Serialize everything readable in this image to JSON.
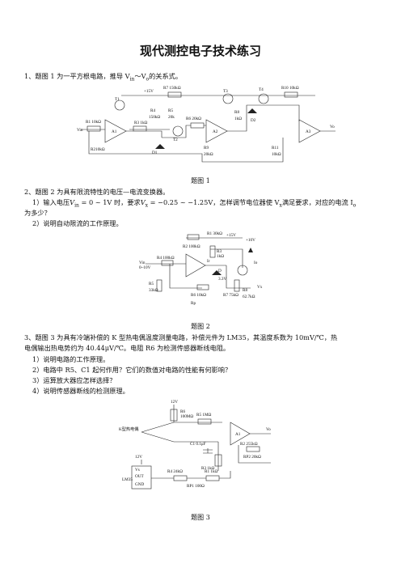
{
  "title": "现代测控电子技术练习",
  "q1": {
    "text": "1、题图 1 为一平方根电路，推导 V",
    "text_sub_in": "in",
    "text_mid": "～V",
    "text_sub_o": "o",
    "text_end": "的关系式。",
    "caption": "题图 1",
    "labels": {
      "r1": "R1 10kΩ",
      "r2": "R2",
      "r2v": "10kΩ",
      "r3": "R3 1kΩ",
      "r4": "R4",
      "r4v": "150kΩ",
      "r5": "R5",
      "r5v": "20k",
      "r6": "R6 20kΩ",
      "r7": "R7 150kΩ",
      "r8": "R8",
      "r8v": "1kΩ",
      "r9": "R9",
      "r9v": "20kΩ",
      "r10": "R10 10kΩ",
      "r11": "R11",
      "r11v": "10kΩ",
      "vcc": "+15V",
      "vin": "Vin",
      "vo": "Vo",
      "t1": "T1",
      "t2": "T2",
      "t3": "T3",
      "t4": "T4",
      "a1": "A1",
      "a2": "A2",
      "a3": "A3",
      "d1": "D1",
      "d2": "D2"
    }
  },
  "q2": {
    "line1": "2、题图 2 为具有限流特性的电压—电流变换器。",
    "line2a": "1）输入电压",
    "line2b": "V",
    "line2c": "in",
    "line2d": " = 0 ~ 1V 时，要求",
    "line2e": "V",
    "line2f": "x",
    "line2g": " = −0.25 ~ −1.25V，怎样调节电位器使 V",
    "line2h": "x",
    "line2i": "满足要求，对应的电流 I",
    "line2j": "o",
    "line3": "为多少？",
    "line4": "2）说明自动限流的工作原理。",
    "caption": "题图 2",
    "labels": {
      "r1": "R1 30kΩ",
      "v15": "+15V",
      "v10": "+10V",
      "r2": "R2 100kΩ",
      "r3": "R3",
      "r3v": "1kΩ",
      "ir": "Ir",
      "r4": "R4 100kΩ",
      "io": "Io",
      "vin": "Vin",
      "vin_range": "0~10V",
      "d": "D",
      "dv": "3.3V",
      "r5": "R5",
      "r5v": "33kΩ",
      "r6": "R6 10kΩ",
      "r7": "R7 75kΩ",
      "vx": "Vx",
      "r8": "R8",
      "r8v": "62.7kΩ",
      "rp": "Rp"
    }
  },
  "q3": {
    "line1": "3、题图 3 为具有冷端补偿的 K 型热电偶温度测量电路，补偿元件为 LM35，其温度系数为 10mV/℃，热",
    "line2": "电偶输出热电势约为 40.44μV/℃。电阻 R6 为检测传感器断线电阻。",
    "items": [
      "1）说明电路的工作原理。",
      "2）电路中 R5、C1 起何作用？它们的数值对电路的性能有何影响？",
      "3）运算放大器应怎样选择？",
      "4）说明传感器断线的检测原理。"
    ],
    "caption": "题图 3",
    "labels": {
      "v12a": "12V",
      "r6": "R6",
      "r6v": "100MΩ",
      "k": "K型热电偶",
      "r5": "R5 1MΩ",
      "c1": "C1 0.1μF",
      "a1": "A1",
      "vo": "Vo",
      "r2": "R2 255kΩ",
      "r3": "R3 1kΩ",
      "rp2": "RP2 20kΩ",
      "v12b": "12V",
      "lm": "LM35",
      "vs": "Vs",
      "out": "OUT",
      "gnd": "GND",
      "r4": "R4 24kΩ",
      "r1": "R1 1kΩ",
      "rp1": "RP1 100Ω"
    }
  }
}
